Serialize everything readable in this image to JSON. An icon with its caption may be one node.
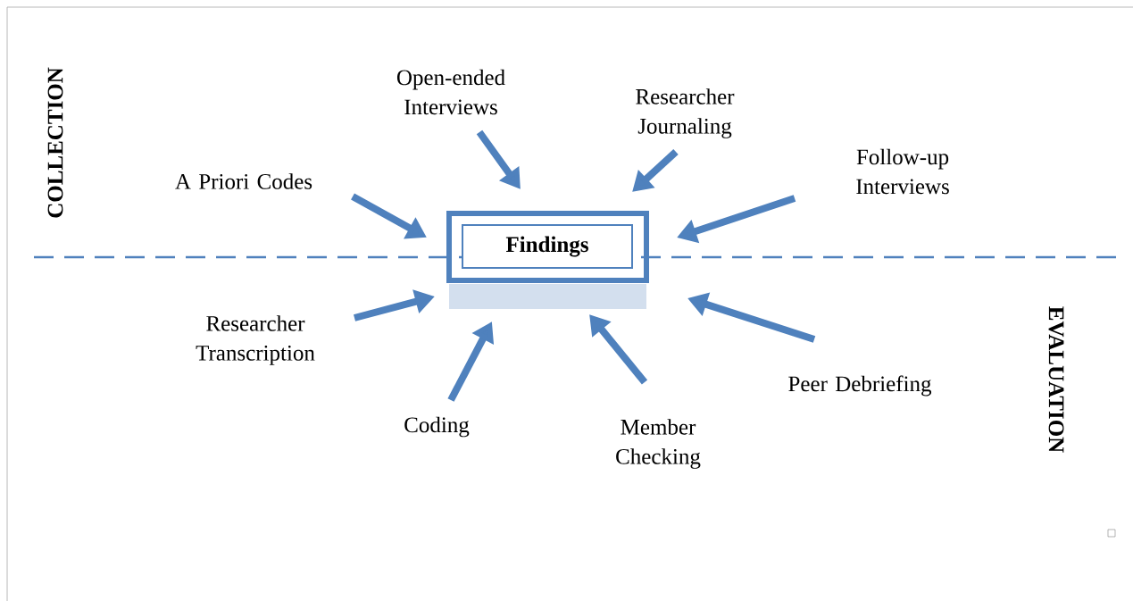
{
  "diagram": {
    "nodes": [
      {
        "text": [
          "Findings"
        ]
      },
      {
        "text": [
          "Open-ended Interviews"
        ]
      },
      {
        "text": [
          "Researcher Journaling"
        ]
      },
      {
        "text": [
          "A Priori Codes"
        ]
      },
      {
        "text": [
          "Follow-up Interviews"
        ]
      },
      {
        "text": [
          "Researcher Transcription"
        ]
      },
      {
        "text": [
          "Coding"
        ]
      },
      {
        "text": [
          "Member Checking"
        ]
      },
      {
        "text": [
          "Peer Debriefing"
        ]
      }
    ],
    "edges": [
      {
        "from": 1,
        "to": 0,
        "arrow": "to"
      },
      {
        "from": 2,
        "to": 0,
        "arrow": "to"
      },
      {
        "from": 3,
        "to": 0,
        "arrow": "to"
      },
      {
        "from": 4,
        "to": 0,
        "arrow": "to"
      },
      {
        "from": 5,
        "to": 0,
        "arrow": "to"
      },
      {
        "from": 6,
        "to": 0,
        "arrow": "to"
      },
      {
        "from": 7,
        "to": 0,
        "arrow": "to"
      },
      {
        "from": 8,
        "to": 0,
        "arrow": "to"
      }
    ],
    "labels": [
      "COLLECTION",
      "EVALUATION"
    ]
  }
}
